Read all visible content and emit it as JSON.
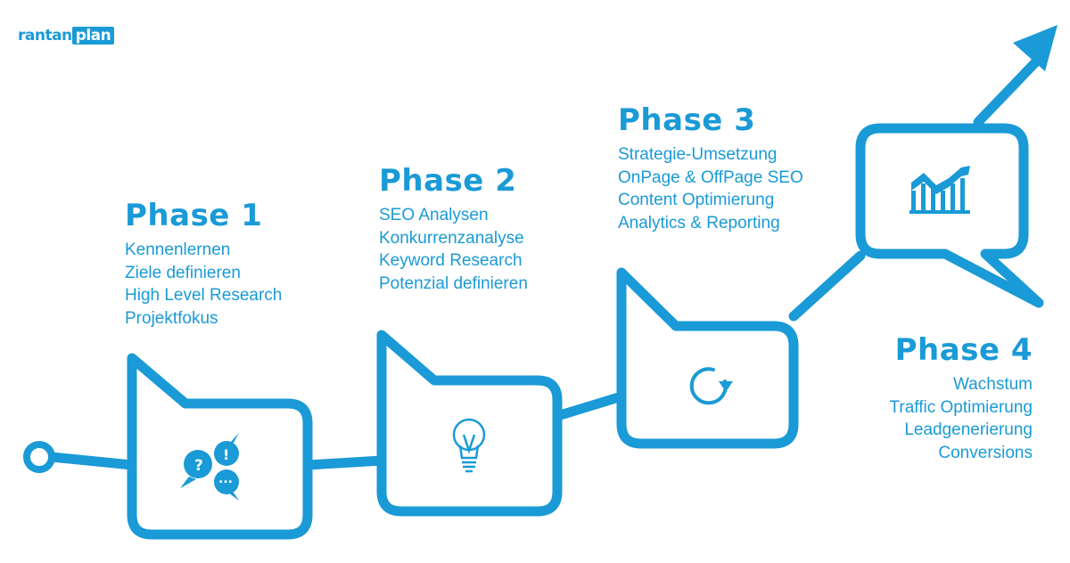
{
  "logo": {
    "part1": "rantan",
    "part2": "plan"
  },
  "colors": {
    "accent": "#1a9ad6",
    "background": "#ffffff"
  },
  "phases": [
    {
      "title": "Phase 1",
      "items": [
        "Kennenlernen",
        "Ziele definieren",
        "High Level Research",
        "Projektfokus"
      ],
      "icon": "speech-bubbles-icon"
    },
    {
      "title": "Phase 2",
      "items": [
        "SEO Analysen",
        "Konkurrenzanalyse",
        "Keyword Research",
        "Potenzial definieren"
      ],
      "icon": "lightbulb-icon"
    },
    {
      "title": "Phase 3",
      "items": [
        "Strategie-Umsetzung",
        "OnPage & OffPage SEO",
        "Content Optimierung",
        "Analytics & Reporting"
      ],
      "icon": "refresh-icon"
    },
    {
      "title": "Phase 4",
      "items": [
        "Wachstum",
        "Traffic Optimierung",
        "Leadgenerierung",
        "Conversions"
      ],
      "icon": "growth-chart-icon"
    }
  ]
}
